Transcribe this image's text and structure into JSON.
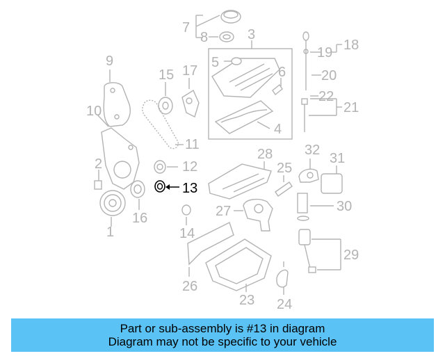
{
  "colors": {
    "banner_bg": "#5bc2f5",
    "line_gray": "#b3b3b3",
    "highlight": "#000000"
  },
  "diagram": {
    "highlighted_part": "13",
    "labels": [
      "1",
      "2",
      "3",
      "4",
      "5",
      "6",
      "7",
      "8",
      "9",
      "10",
      "11",
      "12",
      "13",
      "14",
      "15",
      "16",
      "17",
      "18",
      "19",
      "20",
      "21",
      "22",
      "23",
      "24",
      "25",
      "26",
      "27",
      "28",
      "29",
      "30",
      "31",
      "32"
    ]
  },
  "banner": {
    "line1": "Part or sub-assembly is #13 in diagram",
    "line2": "Diagram may not be specific to your vehicle"
  }
}
